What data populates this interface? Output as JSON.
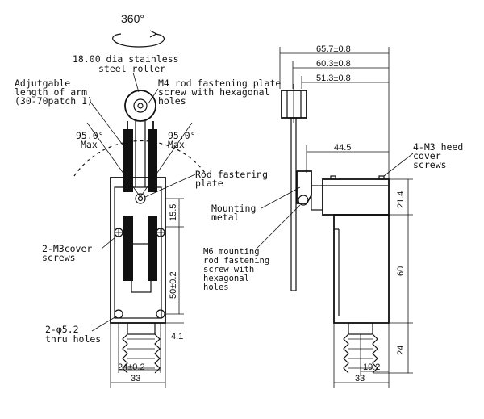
{
  "diagram": {
    "rotation_label": "360°",
    "front_view": {
      "roller_label_line1": "18.00 dia stainless",
      "roller_label_line2": "steel roller",
      "arm_label_line1": "Adjutgable",
      "arm_label_line2": "length of arm",
      "arm_label_line3": "(30-70patch 1)",
      "screw_label_line1": "M4 rod fastening plate",
      "screw_label_line2": "screw with hexagonal",
      "screw_label_line3": "holes",
      "angle_left_value": "95.0°",
      "angle_left_unit": "Max",
      "angle_right_value": "95.0°",
      "angle_right_unit": "Max",
      "plate_label_line1": "Rod fastering",
      "plate_label_line2": "plate",
      "cover_screws_line1": "2-M3cover",
      "cover_screws_line2": "screws",
      "thru_holes_line1": "2-φ5.2",
      "thru_holes_line2": "thru holes",
      "dim_15_5": "15.5",
      "dim_50": "50±0.2",
      "dim_4_1": "4.1",
      "dim_24": "24±0.2",
      "dim_33": "33"
    },
    "side_view": {
      "dim_65_7": "65.7±0.8",
      "dim_60_3": "60.3±0.8",
      "dim_51_3": "51.3±0.8",
      "dim_44_5": "44.5",
      "head_screws_line1": "4-M3 heed",
      "head_screws_line2": "cover",
      "head_screws_line3": "screws",
      "dim_21_4": "21.4",
      "mounting_metal_line1": "Mounting",
      "mounting_metal_line2": "metal",
      "m6_line1": "M6 mounting",
      "m6_line2": "rod fastening",
      "m6_line3": "screw with",
      "m6_line4": "hexagonal",
      "m6_line5": "holes",
      "dim_60": "60",
      "dim_24": "24",
      "dim_19_2": "19.2",
      "dim_33": "33"
    }
  }
}
